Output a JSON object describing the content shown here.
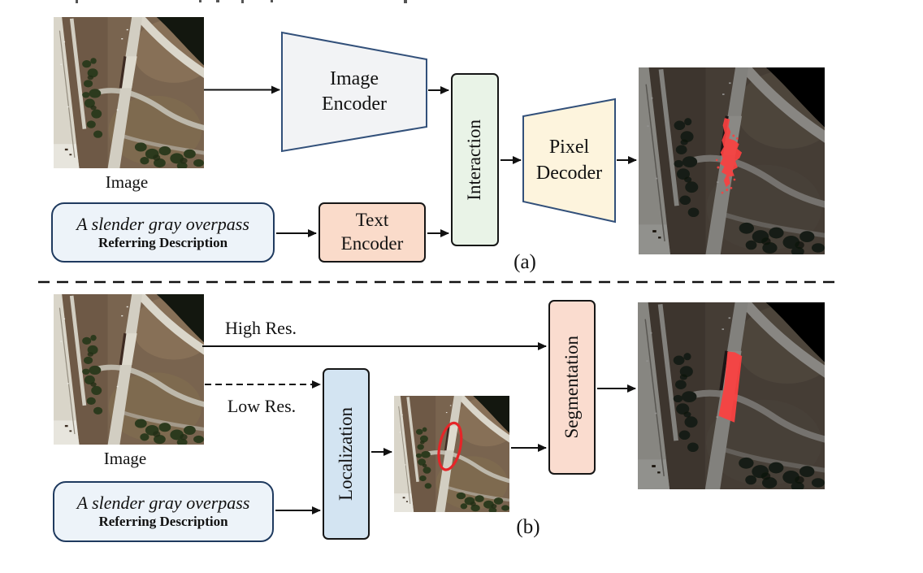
{
  "figure": {
    "panel_a": {
      "tag": "(a)",
      "image_caption": "Image",
      "referring": {
        "sentence": "A slender gray overpass",
        "caption": "Referring Description"
      },
      "blocks": {
        "image_encoder": "Image\nEncoder",
        "text_encoder": "Text\nEncoder",
        "interaction": "Interaction",
        "pixel_decoder": "Pixel\nDecoder"
      }
    },
    "panel_b": {
      "tag": "(b)",
      "image_caption": "Image",
      "referring": {
        "sentence": "A slender gray overpass",
        "caption": "Referring Description"
      },
      "arrow_labels": {
        "high_res": "High Res.",
        "low_res": "Low Res."
      },
      "blocks": {
        "localization": "Localization",
        "segmentation": "Segmentation"
      }
    },
    "colors": {
      "mask_red": "#F94141",
      "ellipse_red": "#E52528",
      "image_encoder_fill": "#F2F3F5",
      "pixel_decoder_fill": "#FDF4DD",
      "trapezoid_border": "#32507A",
      "text_encoder_fill": "#FADBCA",
      "interaction_fill": "#E9F3E7",
      "localization_fill": "#D3E4F2",
      "segmentation_fill": "#FADCCF",
      "referring_box_fill": "#EDF3F9",
      "referring_box_border": "#1F3A5F"
    }
  }
}
